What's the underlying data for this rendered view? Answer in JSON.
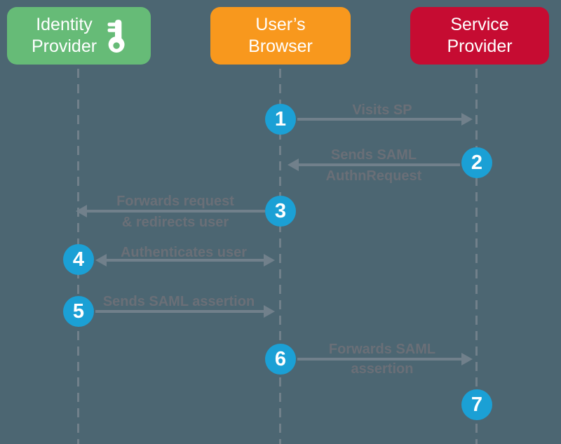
{
  "diagram": {
    "kind": "saml-sso-sequence-diagram",
    "background_color": "#4C6672",
    "step_circle_color": "#1BA0D5",
    "arrow_color": "#71808B",
    "label_color": "#6A6F77"
  },
  "actors": [
    {
      "id": "identity-provider",
      "label_line1": "Identity",
      "label_line2": "Provider",
      "color": "#66BB77",
      "icon": "key-icon"
    },
    {
      "id": "users-browser",
      "label_line1": "User’s",
      "label_line2": "Browser",
      "color": "#F8981D"
    },
    {
      "id": "service-provider",
      "label_line1": "Service",
      "label_line2": "Provider",
      "color": "#C60C32"
    }
  ],
  "steps": [
    {
      "number": "1",
      "label_line1": "Visits SP",
      "label_line2": "",
      "from": "users-browser",
      "to": "service-provider",
      "direction": "right"
    },
    {
      "number": "2",
      "label_line1": "Sends SAML",
      "label_line2": "AuthnRequest",
      "from": "service-provider",
      "to": "users-browser",
      "direction": "left"
    },
    {
      "number": "3",
      "label_line1": "Forwards request",
      "label_line2": "& redirects user",
      "from": "users-browser",
      "to": "identity-provider",
      "direction": "left"
    },
    {
      "number": "4",
      "label_line1": "Authenticates user",
      "label_line2": "",
      "from": "identity-provider",
      "to": "users-browser",
      "direction": "both"
    },
    {
      "number": "5",
      "label_line1": "Sends SAML assertion",
      "label_line2": "",
      "from": "identity-provider",
      "to": "users-browser",
      "direction": "right"
    },
    {
      "number": "6",
      "label_line1": "Forwards SAML",
      "label_line2": "assertion",
      "from": "users-browser",
      "to": "service-provider",
      "direction": "right"
    },
    {
      "number": "7",
      "label_line1": "",
      "label_line2": "",
      "from": "service-provider",
      "to": "",
      "direction": "none"
    }
  ]
}
